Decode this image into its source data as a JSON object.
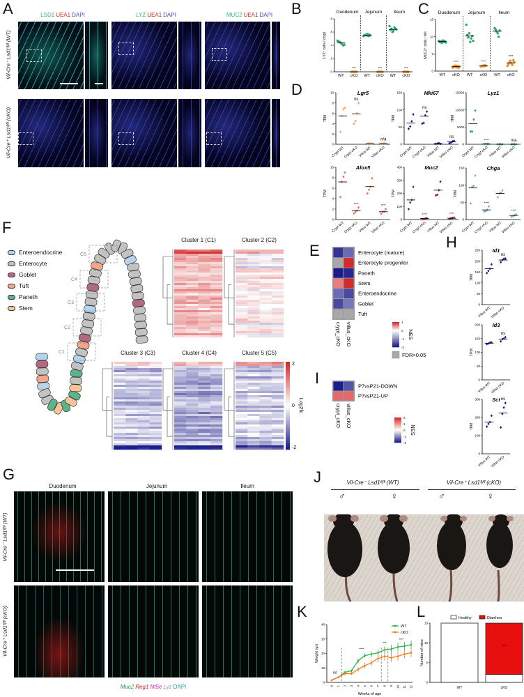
{
  "panel_labels": {
    "A": "A",
    "B": "B",
    "C": "C",
    "D": "D",
    "E": "E",
    "F": "F",
    "G": "G",
    "H": "H",
    "I": "I",
    "J": "J",
    "K": "K",
    "L": "L"
  },
  "panel_a": {
    "columns": [
      {
        "stains": [
          {
            "text": "LSD1",
            "color": "#2fbf8f"
          },
          {
            "text": "UEA1",
            "color": "#e02424"
          },
          {
            "text": "DAPI",
            "color": "#4a4ab8"
          }
        ]
      },
      {
        "stains": [
          {
            "text": "LYZ",
            "color": "#2fbf8f"
          },
          {
            "text": "UEA1",
            "color": "#e02424"
          },
          {
            "text": "DAPI",
            "color": "#4a4ab8"
          }
        ]
      },
      {
        "stains": [
          {
            "text": "MUC2",
            "color": "#2fbf8f"
          },
          {
            "text": "UEA1",
            "color": "#e02424"
          },
          {
            "text": "DAPI",
            "color": "#4a4ab8"
          }
        ]
      }
    ],
    "rows": [
      "Vil-Cre⁻ Lsd1ᶠˡ/ᶠˡ (WT)",
      "Vil-Cre⁺ Lsd1ᶠˡ/ᶠˡ (cKO)"
    ]
  },
  "panel_f": {
    "legend": [
      {
        "label": "Enteroendocrine",
        "color": "#b5d3ea"
      },
      {
        "label": "Enterocyte",
        "color": "#c2c2c2"
      },
      {
        "label": "Goblet",
        "color": "#b46a7e"
      },
      {
        "label": "Tuft",
        "color": "#f2a68a"
      },
      {
        "label": "Paneth",
        "color": "#5fb38a"
      },
      {
        "label": "Stem",
        "color": "#f7c49a"
      }
    ],
    "regions": [
      "C1",
      "C2",
      "C3",
      "C4",
      "C5"
    ],
    "clusters": [
      "Cluster 1 (C1)",
      "Cluster 2 (C2)",
      "Cluster 3 (C3)",
      "Cluster 4 (C4)",
      "Cluster 5 (C5)"
    ],
    "colorbar": {
      "title": "Log2fc",
      "ticks": [
        "2",
        "0",
        "-2"
      ],
      "low": "#1c1c8a",
      "high": "#d42a2a"
    }
  },
  "panel_g": {
    "columns": [
      "Duodenum",
      "Jejunum",
      "Ileum"
    ],
    "rows": [
      "Vil-Cre⁻ Lsd1ᶠˡ/ᶠˡ (WT)",
      "Vil-Cre⁺ Lsd1ᶠˡ/ᶠˡ (cKO)"
    ],
    "caption": [
      {
        "text": "Muc2",
        "color": "#20a060"
      },
      {
        "text": "Reg1",
        "color": "#e02020"
      },
      {
        "text": "Nt5e",
        "color": "#d020c0"
      },
      {
        "text": "Lyz",
        "color": "#9a9a9a"
      },
      {
        "text": "DAPI",
        "color": "#20a0a0"
      }
    ]
  },
  "panel_j": {
    "groups": [
      {
        "label": "Vil-Cre⁻ Lsd1ᶠˡ/ᶠˡ (WT)",
        "sexes": [
          "♂",
          "♀"
        ]
      },
      {
        "label": "Vil-Cre⁺ Lsd1ᶠˡ/ᶠˡ (cKO)",
        "sexes": [
          "♂",
          "♀"
        ]
      }
    ]
  },
  "chart_data": [
    {
      "id": "B",
      "type": "scatter",
      "regions": [
        "Duodenum",
        "Jejunum",
        "Ileum"
      ],
      "categories": [
        "WT",
        "cKO",
        "WT",
        "cKO",
        "WT",
        "cKO"
      ],
      "ylabel": "LYZ⁺ cells / crypt",
      "ylim": [
        0,
        8
      ],
      "yticks": [
        0,
        2,
        4,
        6,
        8
      ],
      "points": [
        [
          4.7,
          4.6,
          4.5,
          4.4,
          4.3,
          4.1,
          4.0,
          4.1
        ],
        [
          0,
          0,
          0,
          0,
          0,
          0
        ],
        [
          5.4,
          5.5,
          5.6,
          5.5,
          5.7,
          5.4,
          5.6,
          5.5
        ],
        [
          0,
          0,
          0,
          0,
          0,
          0
        ],
        [
          6.9,
          6.3,
          6.5,
          6.0,
          6.2,
          6.7,
          6.5,
          6.4
        ],
        [
          0,
          0,
          0,
          0,
          0,
          0
        ]
      ],
      "means": [
        4.4,
        0,
        5.5,
        0,
        6.4,
        0
      ],
      "annotations": [
        "",
        "***",
        "",
        "***",
        "",
        "***"
      ],
      "colors": [
        "#2ea86a",
        "#f08a30",
        "#2ea86a",
        "#f08a30",
        "#2ea86a",
        "#f08a30"
      ]
    },
    {
      "id": "C",
      "type": "scatter",
      "regions": [
        "Duodenum",
        "Jejunum",
        "Ileum"
      ],
      "categories": [
        "WT",
        "cKO",
        "WT",
        "cKO",
        "WT",
        "cKO"
      ],
      "ylabel": "MUC2⁺ cells / villi",
      "ylim": [
        0,
        15
      ],
      "yticks": [
        0,
        5,
        10,
        15
      ],
      "points": [
        [
          8.8,
          8.4,
          8.6,
          8.2,
          8.9,
          8.5,
          8.7,
          8.3
        ],
        [
          1.0,
          1.4,
          1.2,
          1.6,
          1.1,
          1.5,
          0.9,
          1.3
        ],
        [
          13.5,
          10.5,
          9.8,
          11,
          8.5,
          9.5,
          10.2,
          8.8
        ],
        [
          1.3,
          1.5,
          1.6,
          1.4,
          1.7,
          1.5
        ],
        [
          12.5,
          12,
          11.5,
          11,
          10,
          11.8
        ],
        [
          1.5,
          2.0,
          2.5,
          3.0,
          2.3,
          1.8,
          3.2,
          2.6
        ]
      ],
      "means": [
        8.6,
        1.3,
        10.2,
        1.5,
        11.6,
        2.4
      ],
      "annotations": [
        "",
        "****",
        "",
        "****",
        "",
        "****"
      ],
      "colors": [
        "#2ea86a",
        "#f08a30",
        "#2ea86a",
        "#f08a30",
        "#2ea86a",
        "#f08a30"
      ]
    },
    {
      "id": "D-Lgr5",
      "type": "scatter",
      "title": "Lgr5",
      "ylabel": "TPM",
      "categories": [
        "Crypt WT",
        "Crypt cKO",
        "Villus WT",
        "Villus cKO"
      ],
      "ylim": [
        0,
        10
      ],
      "yticks": [
        0,
        2,
        4,
        6,
        8,
        10
      ],
      "points": [
        [
          2.4,
          5.5,
          6.8,
          7.1
        ],
        [
          4,
          4.5,
          6,
          8
        ],
        [
          0.1,
          0.2,
          0.1,
          0.1
        ],
        [
          0.1,
          0.1,
          0.2,
          0.1
        ]
      ],
      "means": [
        5.5,
        5.9,
        0.1,
        0.1
      ],
      "annotations": [
        "",
        "ns",
        "",
        "n/a"
      ],
      "color": "#f4a460"
    },
    {
      "id": "D-Mki67",
      "type": "scatter",
      "title": "Mki67",
      "ylabel": "TPM",
      "categories": [
        "Crypt WT",
        "Crypt cKO",
        "Villus WT",
        "Villus cKO"
      ],
      "ylim": [
        0,
        150
      ],
      "yticks": [
        0,
        50,
        100,
        150
      ],
      "points": [
        [
          45,
          52,
          67,
          87
        ],
        [
          60,
          62,
          84,
          95
        ],
        [
          1,
          2,
          3,
          1
        ],
        [
          3,
          5,
          8,
          10
        ]
      ],
      "means": [
        62,
        82,
        2,
        7
      ],
      "annotations": [
        "",
        "ns",
        "",
        "ns"
      ],
      "color": "#1a1a9e"
    },
    {
      "id": "D-Lyz1",
      "type": "scatter",
      "title": "Lyz1",
      "ylabel": "TPM",
      "categories": [
        "Crypt WT",
        "Crypt cKO",
        "Villus WT",
        "Villus cKO"
      ],
      "ylim": [
        0,
        15000
      ],
      "yticks": [
        0,
        5000,
        10000,
        15000
      ],
      "points": [
        [
          3700,
          3700,
          7200,
          9800
        ],
        [
          50,
          100,
          80,
          60
        ],
        [
          0,
          0,
          0,
          0
        ],
        [
          0,
          0,
          0,
          0
        ]
      ],
      "means": [
        6000,
        80,
        0,
        0
      ],
      "annotations": [
        "",
        "****",
        "",
        "n/a"
      ],
      "color": "#2aa070"
    },
    {
      "id": "D-Alox5",
      "type": "scatter",
      "title": "Alox5",
      "ylabel": "TPM",
      "categories": [
        "Crypt WT",
        "Crypt cKO",
        "Villus WT",
        "Villus cKO"
      ],
      "ylim": [
        0,
        10
      ],
      "yticks": [
        0,
        2,
        4,
        6,
        8,
        10
      ],
      "points": [
        [
          4.3,
          7.2,
          8.2,
          9.0
        ],
        [
          1.2,
          1.5,
          1.7,
          2.3
        ],
        [
          5.0,
          5.7,
          6.3,
          7.9
        ],
        [
          1.1,
          1.5,
          1.5,
          2.0
        ]
      ],
      "means": [
        7.2,
        1.7,
        6.3,
        1.5
      ],
      "annotations": [
        "",
        "****",
        "",
        "****"
      ],
      "color": "#e8705a"
    },
    {
      "id": "D-Muc2",
      "type": "scatter",
      "title": "Muc2",
      "ylabel": "TPM",
      "categories": [
        "Crypt WT",
        "Crypt cKO",
        "Villus WT",
        "Villus cKO"
      ],
      "ylim": [
        0,
        400
      ],
      "yticks": [
        0,
        100,
        200,
        300,
        400
      ],
      "points": [
        [
          80,
          130,
          150,
          250
        ],
        [
          3,
          5,
          8,
          10
        ],
        [
          185,
          190,
          225,
          290
        ],
        [
          5,
          10,
          12,
          15
        ]
      ],
      "means": [
        150,
        8,
        225,
        10
      ],
      "annotations": [
        "",
        "****",
        "",
        "****"
      ],
      "color": "#8b1a3a"
    },
    {
      "id": "D-Chga",
      "type": "scatter",
      "title": "Chga",
      "ylabel": "TPM",
      "categories": [
        "Crypt WT",
        "Crypt cKO",
        "Villus WT",
        "Villus cKO"
      ],
      "ylim": [
        0,
        150
      ],
      "yticks": [
        0,
        50,
        100,
        150
      ],
      "points": [
        [
          47,
          95,
          98,
          128
        ],
        [
          23,
          25,
          28,
          38
        ],
        [
          65,
          76,
          78,
          85
        ],
        [
          8,
          10,
          12,
          15
        ]
      ],
      "means": [
        92,
        28,
        76,
        12
      ],
      "annotations": [
        "",
        "****",
        "",
        "****"
      ],
      "color": "#7aaed0"
    },
    {
      "id": "H-Id1",
      "type": "scatter",
      "title": "Id1",
      "ylabel": "TPM",
      "categories": [
        "Villus WT",
        "Villus cKO"
      ],
      "ylim": [
        0,
        250
      ],
      "yticks": [
        0,
        50,
        100,
        150,
        200,
        250
      ],
      "points": [
        [
          145,
          155,
          165,
          185
        ],
        [
          195,
          205,
          210,
          212
        ]
      ],
      "means": [
        165,
        205
      ],
      "annotations": [
        "",
        "ns"
      ],
      "color": "#1a1a9e"
    },
    {
      "id": "H-Id3",
      "type": "scatter",
      "title": "Id3",
      "ylabel": "TPM",
      "categories": [
        "Villus WT",
        "Villus cKO"
      ],
      "ylim": [
        0,
        200
      ],
      "yticks": [
        0,
        50,
        100,
        150,
        200
      ],
      "points": [
        [
          130,
          132,
          135,
          136
        ],
        [
          140,
          148,
          150,
          155
        ]
      ],
      "means": [
        133,
        148
      ],
      "annotations": [
        "",
        "ns"
      ],
      "color": "#1a1a9e"
    },
    {
      "id": "H-Sct",
      "type": "scatter",
      "title": "Sct",
      "ylabel": "TPM",
      "categories": [
        "Villus WT",
        "Villus cKO"
      ],
      "ylim": [
        0,
        300
      ],
      "yticks": [
        0,
        100,
        200,
        300
      ],
      "points": [
        [
          150,
          165,
          175,
          210
        ],
        [
          145,
          220,
          255,
          280
        ]
      ],
      "means": [
        175,
        225
      ],
      "annotations": [
        "",
        "ns"
      ],
      "color": "#1a1a9e"
    },
    {
      "id": "E",
      "type": "heatmap",
      "rows": [
        "Enterocyte (mature)",
        "Enterocyte progenitor",
        "Paneth",
        "Stem",
        "Enteroendocrine",
        "Goblet",
        "Tuft"
      ],
      "columns": [
        "crypt_cKO",
        "villus_cKO"
      ],
      "values": [
        [
          -1.8,
          -1.3
        ],
        [
          null,
          1.2
        ],
        [
          -2,
          -1.9
        ],
        [
          0.6,
          1.2
        ],
        [
          -1.3,
          -1.6
        ],
        [
          -1.6,
          -1.2
        ],
        [
          null,
          null
        ]
      ],
      "legend": {
        "title": "NES",
        "ticks": [
          1,
          0,
          -1,
          -2
        ]
      },
      "na_label": "FDR>0.05",
      "na_color": "#a8a8a8"
    },
    {
      "id": "I",
      "type": "heatmap",
      "rows": [
        "P7vsP21-DOWN",
        "P7vsP21-UP"
      ],
      "columns": [
        "crypt_cKO",
        "villus_cKO"
      ],
      "values": [
        [
          -2.2,
          -1.5
        ],
        [
          1.4,
          1.4
        ]
      ],
      "legend": {
        "title": "NES",
        "ticks": [
          2,
          1,
          0,
          -1,
          -2
        ]
      }
    },
    {
      "id": "K",
      "type": "line",
      "xlabel": "Weeks of age",
      "ylabel": "Weight (gr)",
      "xlim": [
        0,
        12
      ],
      "ylim": [
        0,
        40
      ],
      "yticks": [
        0,
        10,
        20,
        30,
        40
      ],
      "x": [
        0,
        1,
        2,
        3,
        4,
        5,
        6,
        7,
        8,
        9,
        10,
        11,
        12
      ],
      "series": [
        {
          "name": "WT",
          "color": "#2fb34a",
          "values": [
            1.5,
            3.5,
            7,
            8,
            15,
            18.5,
            19.5,
            20.5,
            22.5,
            23,
            24.5,
            25,
            26
          ],
          "error": [
            0.3,
            0.5,
            1,
            1,
            1.5,
            1.5,
            2,
            2,
            2.5,
            3,
            3,
            3,
            3
          ]
        },
        {
          "name": "cKO",
          "color": "#f07d1e",
          "values": [
            1.5,
            3.5,
            6,
            6,
            9,
            11.5,
            13.5,
            16.5,
            18,
            17,
            18,
            19.5,
            20.5
          ],
          "error": [
            0.3,
            0.5,
            1,
            1,
            1.5,
            2,
            2,
            2.5,
            3,
            3,
            3,
            3,
            3
          ]
        }
      ],
      "annotations": [
        {
          "x": 0.5,
          "text": "ns"
        },
        {
          "x": 4.5,
          "text": "****"
        },
        {
          "x": 8,
          "text": "***"
        },
        {
          "x": 10.5,
          "text": "****"
        }
      ],
      "vlines": [
        1.5,
        7.5,
        8.5
      ]
    },
    {
      "id": "L",
      "type": "bar",
      "stacked": true,
      "categories": [
        "WT",
        "cKO"
      ],
      "ylabel": "Number of mice",
      "ylim": [
        0,
        15
      ],
      "yticks": [
        0,
        5,
        10,
        15
      ],
      "series": [
        {
          "name": "Healthy",
          "color": "#ffffff",
          "values": [
            15,
            2
          ]
        },
        {
          "name": "Diarrhea",
          "color": "#e8100e",
          "values": [
            0,
            13
          ]
        }
      ],
      "annotations": [
        "",
        "****"
      ],
      "legend": "top"
    }
  ]
}
